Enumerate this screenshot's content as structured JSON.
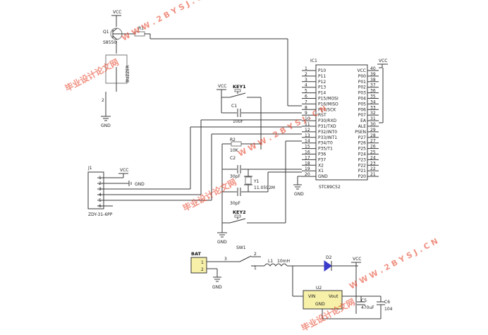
{
  "power": {
    "vcc": "VCC",
    "gnd": "GND"
  },
  "q1": {
    "ref": "Q1",
    "part": "S8550"
  },
  "r1": {
    "ref": "R1"
  },
  "buzzer": {
    "part": "BUZZER"
  },
  "buzzer_pin": "2",
  "ic1": {
    "ref": "IC1",
    "part": "STC89C52",
    "left_pins": [
      {
        "num": "1",
        "name": "P10"
      },
      {
        "num": "2",
        "name": "P11"
      },
      {
        "num": "3",
        "name": "P12"
      },
      {
        "num": "4",
        "name": "P13"
      },
      {
        "num": "5",
        "name": "P14"
      },
      {
        "num": "6",
        "name": "P15/MOSI"
      },
      {
        "num": "7",
        "name": "P16/MISO"
      },
      {
        "num": "8",
        "name": "P17/SCK"
      },
      {
        "num": "9",
        "name": "RST"
      },
      {
        "num": "10",
        "name": "P30/RXD"
      },
      {
        "num": "11",
        "name": "P31/TXD"
      },
      {
        "num": "12",
        "name": "P32/INT0"
      },
      {
        "num": "13",
        "name": "P33/INT1"
      },
      {
        "num": "14",
        "name": "P34/T0"
      },
      {
        "num": "15",
        "name": "P35/T1"
      },
      {
        "num": "16",
        "name": "P36"
      },
      {
        "num": "17",
        "name": "P37"
      },
      {
        "num": "18",
        "name": "X2"
      },
      {
        "num": "19",
        "name": "X1"
      },
      {
        "num": "20",
        "name": "GND"
      }
    ],
    "right_pins": [
      {
        "num": "40",
        "name": "VCC"
      },
      {
        "num": "39",
        "name": "P00"
      },
      {
        "num": "38",
        "name": "P01"
      },
      {
        "num": "37",
        "name": "P02"
      },
      {
        "num": "36",
        "name": "P03"
      },
      {
        "num": "35",
        "name": "P04"
      },
      {
        "num": "34",
        "name": "P05"
      },
      {
        "num": "33",
        "name": "P06"
      },
      {
        "num": "32",
        "name": "P07"
      },
      {
        "num": "31",
        "name": "EA"
      },
      {
        "num": "30",
        "name": "ALE"
      },
      {
        "num": "29",
        "name": "PSEN"
      },
      {
        "num": "28",
        "name": "P27"
      },
      {
        "num": "27",
        "name": "P26"
      },
      {
        "num": "26",
        "name": "P25"
      },
      {
        "num": "25",
        "name": "P24"
      },
      {
        "num": "24",
        "name": "P23"
      },
      {
        "num": "23",
        "name": "P22"
      },
      {
        "num": "22",
        "name": "P21"
      },
      {
        "num": "21",
        "name": "P20"
      }
    ]
  },
  "key1": {
    "ref": "KEY1"
  },
  "key2": {
    "ref": "KEY2"
  },
  "c1": {
    "ref": "C1",
    "value": "10uF"
  },
  "r2": {
    "ref": "R2",
    "value": "10K"
  },
  "c2": {
    "ref": "C2",
    "value": "30pF"
  },
  "c3": {
    "value": "30pF"
  },
  "y1": {
    "ref": "Y1",
    "value": "11.0592M"
  },
  "j1": {
    "ref": "J1",
    "part": "ZDY-31-6PP",
    "pins": [
      "1",
      "2",
      "3",
      "4",
      "5",
      "6"
    ]
  },
  "bat": {
    "ref": "BAT",
    "pins": [
      "1",
      "2"
    ]
  },
  "sw1": {
    "ref": "SW1",
    "pins": [
      "1",
      "2",
      "3"
    ]
  },
  "l1": {
    "ref": "L1",
    "value": "10mH"
  },
  "d2": {
    "ref": "D2"
  },
  "u2": {
    "ref": "U2",
    "pins": [
      "VIN",
      "GND",
      "Vout"
    ]
  },
  "c5": {
    "ref": "C5",
    "value": "470uF"
  },
  "c6": {
    "ref": "C6",
    "value": "104"
  },
  "watermark": {
    "site": "W W W . 2 B Y S J . C N",
    "cn": "毕业设计论文网"
  }
}
